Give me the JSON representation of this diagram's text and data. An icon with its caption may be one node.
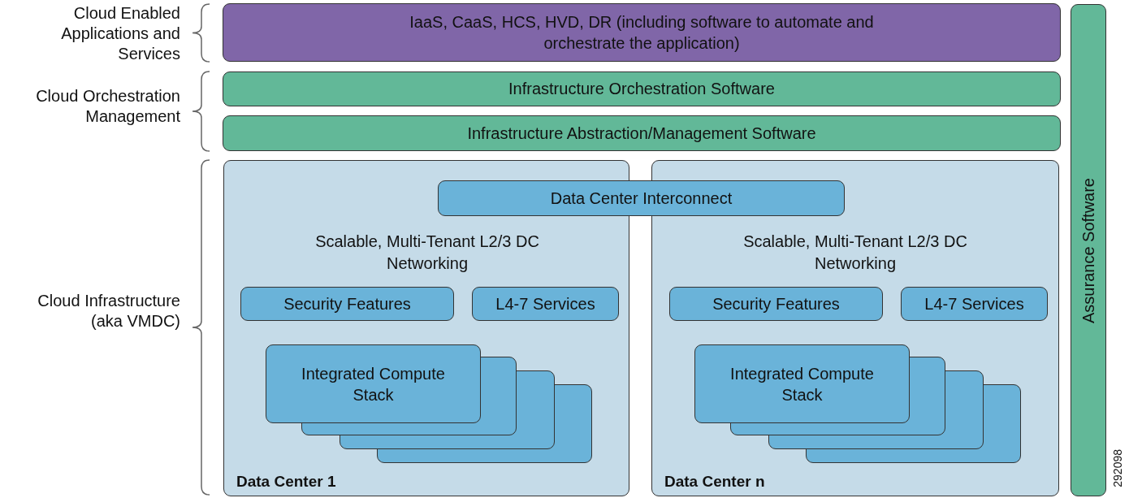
{
  "diagram": {
    "nodes": [
      {
        "text": [
          "IaaS, CaaS, HCS, HVD, DR (including software to automate and orchestrate the application)"
        ]
      },
      {
        "text": [
          "Infrastructure Orchestration Software"
        ]
      },
      {
        "text": [
          "Infrastructure Abstraction/Management Software"
        ]
      },
      {
        "text": [
          "Scalable, Multi-Tenant L2/3 DC Networking",
          "Data Center 1"
        ]
      },
      {
        "text": [
          "Data Center Interconnect"
        ]
      },
      {
        "text": [
          "Security Features"
        ],
        "in": 3
      },
      {
        "text": [
          "L4-7 Services"
        ],
        "in": 3
      },
      {
        "text": [
          "Integrated Compute Stack"
        ],
        "in": 3
      },
      {
        "text": [
          "Scalable, Multi-Tenant L2/3 DC Networking",
          "Data Center n"
        ]
      },
      {
        "text": [
          "Security Features"
        ],
        "in": 8
      },
      {
        "text": [
          "L4-7 Services"
        ],
        "in": 8
      },
      {
        "text": [
          "Integrated Compute Stack"
        ],
        "in": 8
      },
      {
        "text": [
          "Assurance Software"
        ]
      }
    ],
    "edges": [],
    "labels": [
      "Cloud Enabled Applications and Services",
      "Cloud Orchestration Management",
      "Cloud Infrastructure (aka VMDC)",
      "292098"
    ]
  }
}
